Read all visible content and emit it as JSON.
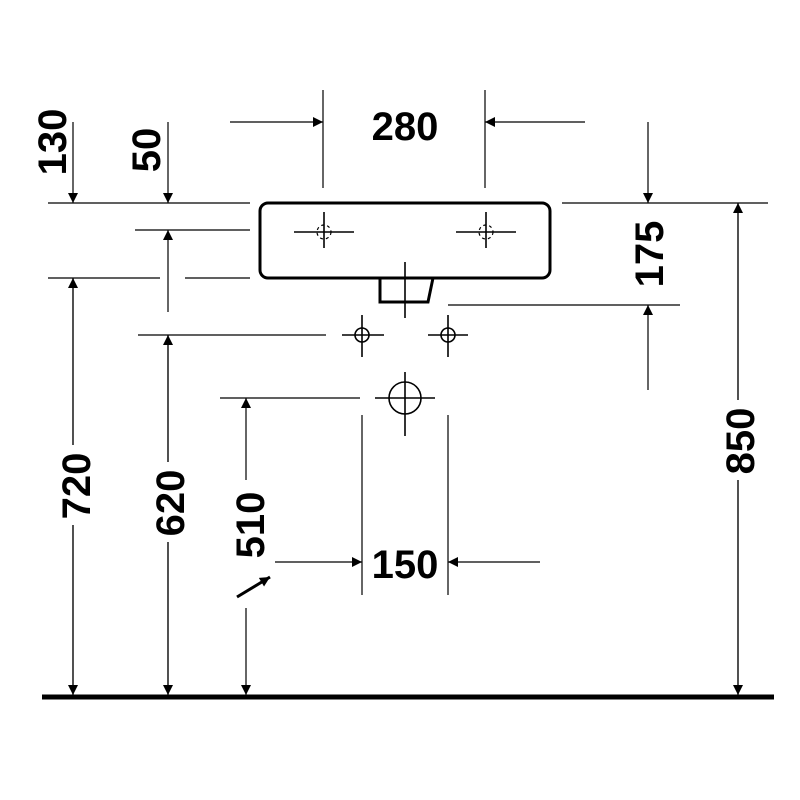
{
  "dimensions": {
    "basin_width": "280",
    "top_offset_130": "130",
    "top_offset_50": "50",
    "basin_depth": "175",
    "height_720": "720",
    "height_620": "620",
    "height_510": "510",
    "height_850": "850",
    "hole_spacing": "150"
  }
}
